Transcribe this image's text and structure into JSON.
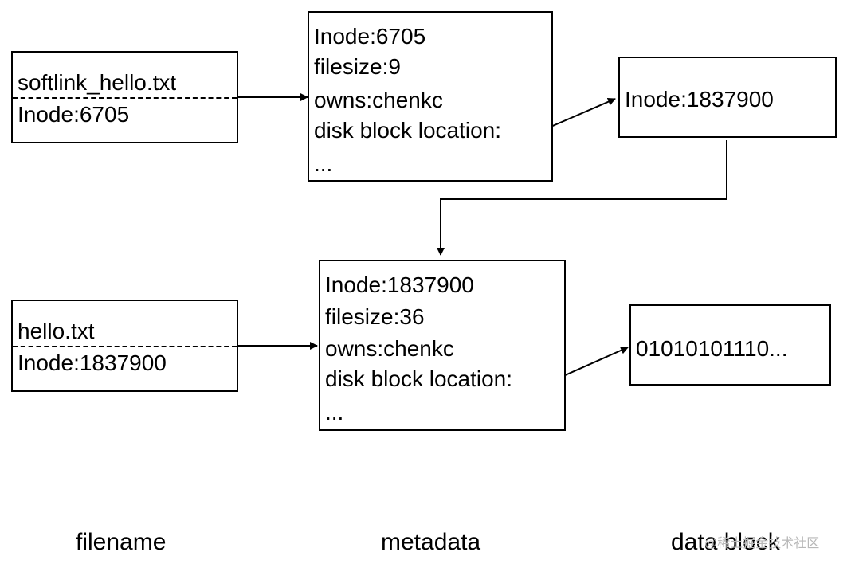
{
  "filenames": {
    "softlink": {
      "name": "softlink_hello.txt",
      "inode": "Inode:6705"
    },
    "hello": {
      "name": "hello.txt",
      "inode": "Inode:1837900"
    }
  },
  "metadata": {
    "softlink": [
      "Inode:6705",
      "filesize:9",
      "owns:chenkc",
      "disk block location:",
      "..."
    ],
    "hello": [
      "Inode:1837900",
      "filesize:36",
      "owns:chenkc",
      "disk block location:",
      "..."
    ]
  },
  "data_blocks": {
    "softlink": "Inode:1837900",
    "hello": "01010101110..."
  },
  "column_labels": {
    "filename": "filename",
    "metadata": "metadata",
    "data_block": "data block"
  },
  "watermark": "@稀土掘金技术社区"
}
